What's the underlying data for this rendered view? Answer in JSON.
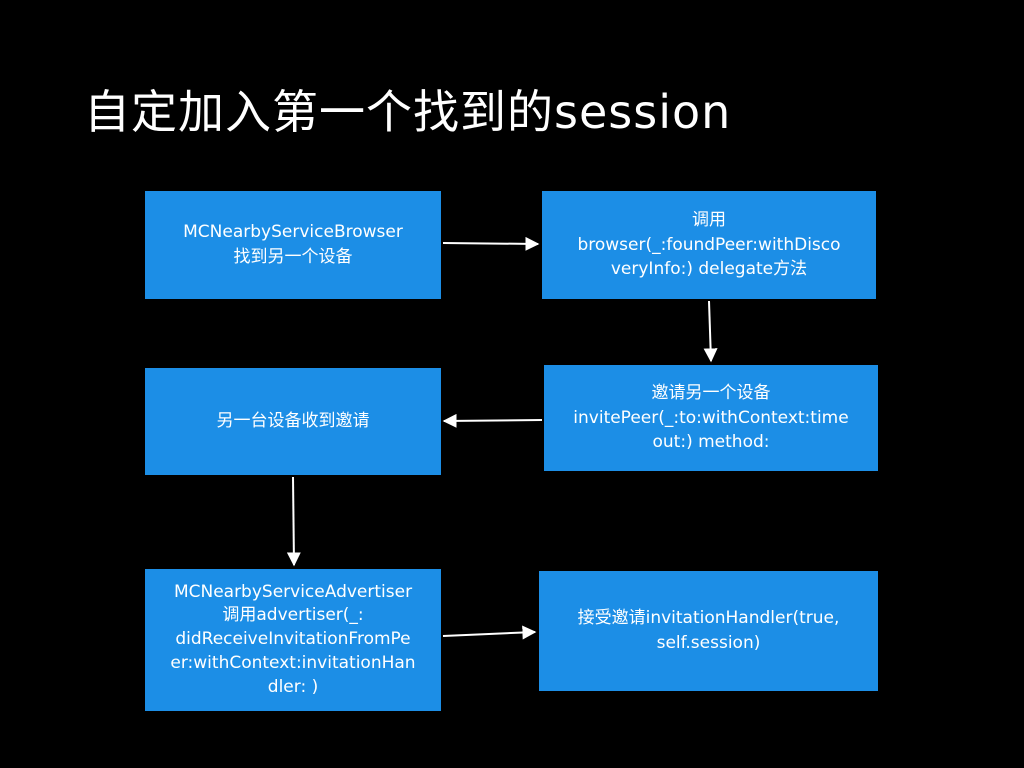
{
  "title": "自定加入第一个找到的session",
  "boxes": {
    "browser": {
      "lines": [
        "MCNearbyServiceBrowser",
        "找到另一个设备"
      ]
    },
    "delegate": {
      "lines": [
        "调用",
        "browser(_:foundPeer:withDisco",
        "veryInfo:) delegate方法"
      ]
    },
    "invite": {
      "lines": [
        "邀请另一个设备",
        "invitePeer(_:to:withContext:time",
        "out:) method:"
      ]
    },
    "receive": {
      "lines": [
        "另一台设备收到邀请"
      ]
    },
    "advertiser": {
      "lines": [
        "MCNearbyServiceAdvertiser",
        "调用advertiser(_:",
        "didReceiveInvitationFromPe",
        "er:withContext:invitationHan",
        "dler: )"
      ]
    },
    "accept": {
      "lines": [
        "接受邀请invitationHandler(true,",
        "self.session)"
      ]
    }
  },
  "colors": {
    "background": "#000000",
    "box_fill": "#1c8ee6",
    "text": "#ffffff",
    "arrow": "#ffffff"
  }
}
